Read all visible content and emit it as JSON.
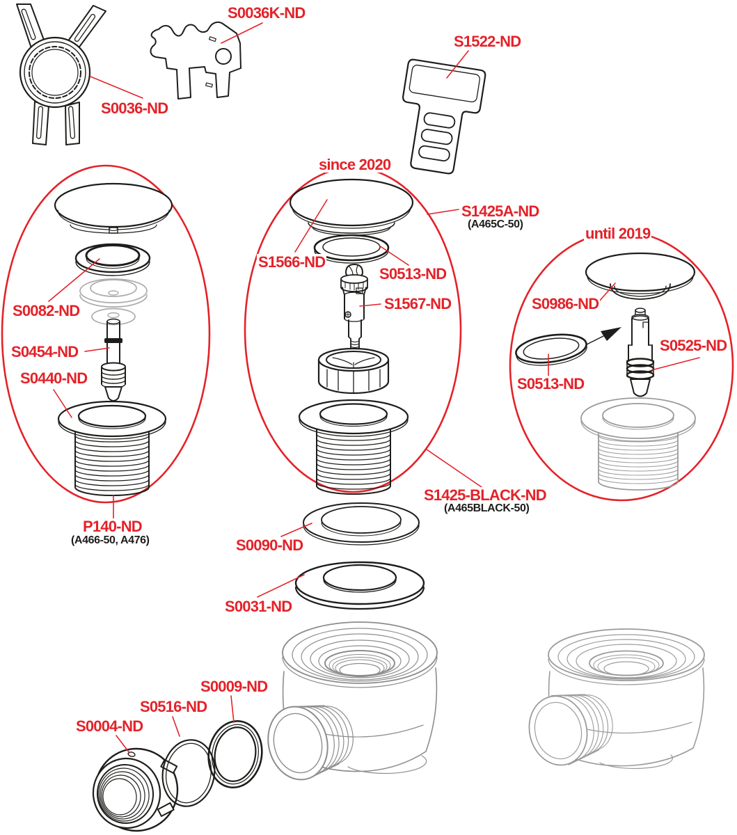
{
  "diagram": {
    "type": "exploded-spare-parts-diagram",
    "colors": {
      "label_red": "#e42229",
      "line_black": "#1d1d1b",
      "line_gray": "#ababab",
      "body_gray": "#8d8d8d"
    },
    "labels": {
      "s0036k": "S0036K-ND",
      "s0036": "S0036-ND",
      "s1522": "S1522-ND",
      "since_2020": "since 2020",
      "until_2019": "until 2019",
      "s1566": "S1566-ND",
      "s0513_mid": "S0513-ND",
      "s1567": "S1567-ND",
      "s1425a": "S1425A-ND",
      "s1425a_sub": "(A465C-50)",
      "s0986": "S0986-ND",
      "s0525": "S0525-ND",
      "s0513_right": "S0513-ND",
      "s0082": "S0082-ND",
      "s0454": "S0454-ND",
      "s0440": "S0440-ND",
      "p140": "P140-ND",
      "p140_sub": "(A466-50, A476)",
      "s1425_black": "S1425-BLACK-ND",
      "s1425_black_sub": "(A465BLACK-50)",
      "s0090": "S0090-ND",
      "s0031": "S0031-ND",
      "s0009": "S0009-ND",
      "s0516": "S0516-ND",
      "s0004": "S0004-ND"
    }
  }
}
